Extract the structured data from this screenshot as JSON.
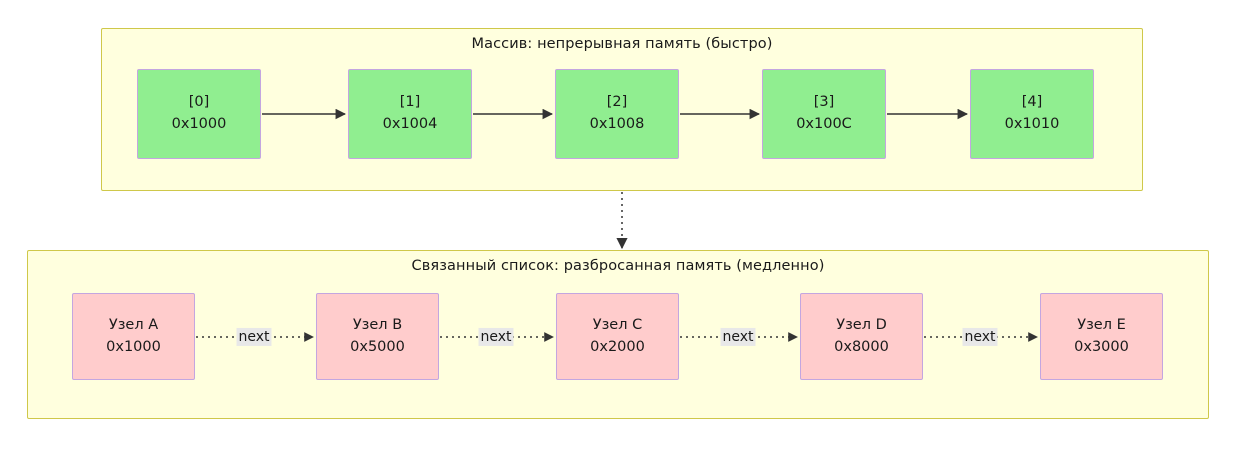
{
  "diagram": {
    "type": "flowchart",
    "background_color": "#ffffff",
    "subgraphs": [
      {
        "id": "array",
        "title": "Массив: непрерывная память (быстро)",
        "fill_color": "#ffffde",
        "border_color": "#cfc84a",
        "nodes": [
          {
            "index_label": "[0]",
            "address": "0x1000"
          },
          {
            "index_label": "[1]",
            "address": "0x1004"
          },
          {
            "index_label": "[2]",
            "address": "0x1008"
          },
          {
            "index_label": "[3]",
            "address": "0x100C"
          },
          {
            "index_label": "[4]",
            "address": "0x1010"
          }
        ],
        "node_fill_color": "#90ee90",
        "node_border_color": "#c3a6e0",
        "edge_style": "solid",
        "edge_color": "#333333"
      },
      {
        "id": "linked-list",
        "title": "Связанный список: разбросанная память (медленно)",
        "fill_color": "#ffffde",
        "border_color": "#cfc84a",
        "nodes": [
          {
            "index_label": "Узел A",
            "address": "0x1000"
          },
          {
            "index_label": "Узел B",
            "address": "0x5000"
          },
          {
            "index_label": "Узел C",
            "address": "0x2000"
          },
          {
            "index_label": "Узел D",
            "address": "0x8000"
          },
          {
            "index_label": "Узел E",
            "address": "0x3000"
          }
        ],
        "node_fill_color": "#ffcccc",
        "node_border_color": "#c3a6e0",
        "edge_style": "dotted",
        "edge_color": "#333333",
        "edge_labels": [
          "next",
          "next",
          "next",
          "next"
        ],
        "edge_label_background": "#e8e8e8"
      }
    ],
    "connector": {
      "from": "array",
      "to": "linked-list",
      "style": "dotted",
      "label": "",
      "color": "#333333"
    }
  }
}
